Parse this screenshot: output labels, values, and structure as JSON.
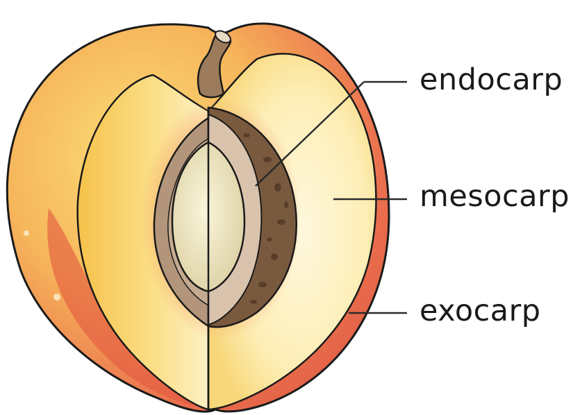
{
  "labels": {
    "endocarp": "endocarp",
    "mesocarp": "mesocarp",
    "exocarp": "exocarp"
  },
  "colors": {
    "skin_outer": "#e8614a",
    "skin_highlight": "#f7c75a",
    "flesh": "#fbe7a6",
    "flesh_center": "#fff6d8",
    "pit_shell_dark": "#7a5a3e",
    "pit_shell_light": "#d9c3ad",
    "seed": "#efe6bf",
    "stem": "#9b7b5c",
    "outline": "#1a1a1a",
    "leader_line": "#2a2a2a"
  },
  "illustration": {
    "subject": "peach-half-cross-section"
  }
}
